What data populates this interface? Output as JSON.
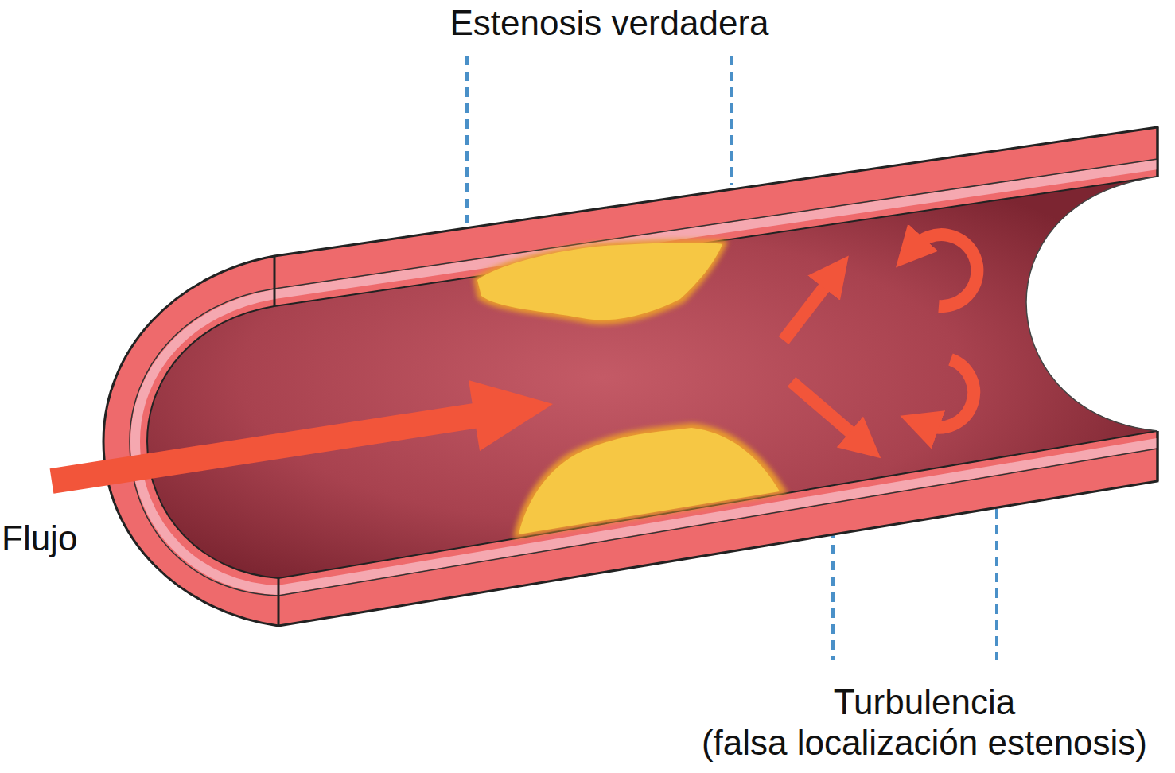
{
  "diagram": {
    "labels": [
      "Estenosis verdadera",
      "Flujo",
      "Turbulencia (falsa localización estenosis)"
    ]
  }
}
